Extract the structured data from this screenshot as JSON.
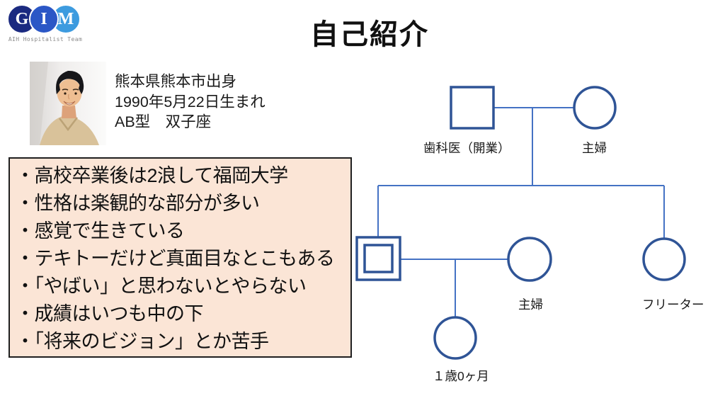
{
  "logo": {
    "letters": [
      "G",
      "I",
      "M"
    ],
    "caption": "AIH Hospitalist Team",
    "colors": {
      "g": "#1b2a80",
      "i": "#2b57c6",
      "m": "#3d9bdf"
    }
  },
  "title": "自己紹介",
  "profile": {
    "photo_description": "smiling man with black hair wearing beige scrubs against white wall",
    "lines": [
      "熊本県熊本市出身",
      "1990年5月22日生まれ",
      "AB型　双子座"
    ]
  },
  "bullet_box": {
    "background": "#FBE5D6",
    "border_color": "#1f1f1f",
    "items": [
      "・高校卒業後は2浪して福岡大学",
      "・性格は楽観的な部分が多い",
      "・感覚で生きている",
      "・テキトーだけど真面目なとこもある",
      "・「やばい」と思わないとやらない",
      "・成績はいつも中の下",
      "・「将来のビジョン」とか苦手"
    ]
  },
  "genogram": {
    "shape_color": "#2F5496",
    "line_color": "#4472C4",
    "generation1": {
      "father": {
        "shape": "square",
        "label": "歯科医（開業）"
      },
      "mother": {
        "shape": "circle",
        "label": "主婦"
      }
    },
    "generation2": {
      "self": {
        "shape": "double-square",
        "label": ""
      },
      "wife": {
        "shape": "circle",
        "label": "主婦"
      },
      "sister": {
        "shape": "circle",
        "label": "フリーター"
      }
    },
    "generation3": {
      "daughter": {
        "shape": "circle",
        "label": "１歳0ヶ月"
      }
    }
  }
}
